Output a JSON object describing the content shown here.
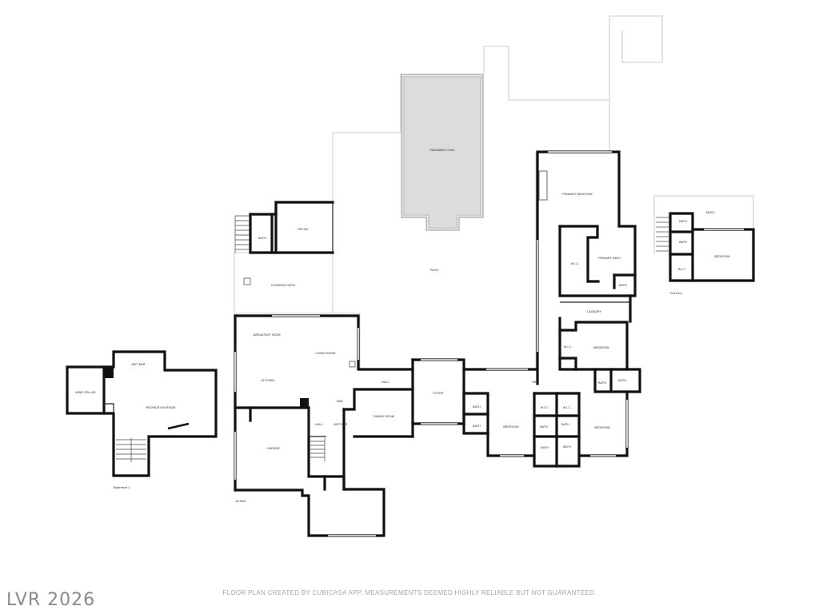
{
  "floors": {
    "basement": "Basement 1",
    "first": "1st floor",
    "second": "2nd floor"
  },
  "rooms": {
    "swimming_pool": "SWIMMING POOL",
    "patio_main": "PATIO",
    "patio_upper": "PATIO",
    "office": "OFFICE",
    "bath_office": "BATH",
    "covered_patio": "COVERED PATIO",
    "breakfast_nook": "BREAKFAST NOOK",
    "living_room": "LIVING ROOM",
    "kitchen": "KITCHEN",
    "bar": "BAR",
    "hall_center": "HALL",
    "foyer": "FOYER",
    "dining_room": "DINING ROOM",
    "wet_bar_1": "WET BAR",
    "hall_small": "HALL",
    "garage": "GARAGE",
    "primary_bedroom": "PRIMARY BEDROOM",
    "wic_primary": "W.I.C.",
    "primary_bath": "PRIMARY BATH",
    "bath_primary_small": "BATH",
    "laundry": "LAUNDRY",
    "wic_east": "W.I.C.",
    "bedroom_east": "BEDROOM",
    "bath_east_1": "BATH",
    "bath_east_2": "BATH",
    "hall_east": "HALL",
    "bath_w1": "BATH",
    "bath_w2": "BATH",
    "bedroom_sw": "BEDROOM",
    "wic_s1": "W.I.C.",
    "wic_s2": "W.I.C.",
    "bath_s1": "BATH",
    "bath_s2": "BATH",
    "bath_s3": "BATH",
    "bedroom_se": "BEDROOM",
    "wet_bar_basement": "WET BAR",
    "wine_cellar": "WINE CELLAR",
    "recreation_room": "RECREATION ROOM",
    "bath_2f_1": "BATH",
    "bath_2f_2": "BATH",
    "wic_2f": "W.I.C.",
    "bedroom_2f": "BEDROOM"
  },
  "footer": {
    "note": "FLOOR PLAN CREATED BY CUBICASA APP. MEASUREMENTS DEEMED HIGHLY RELIABLE BUT NOT GUARANTEED.",
    "watermark": "LVR 2026"
  }
}
